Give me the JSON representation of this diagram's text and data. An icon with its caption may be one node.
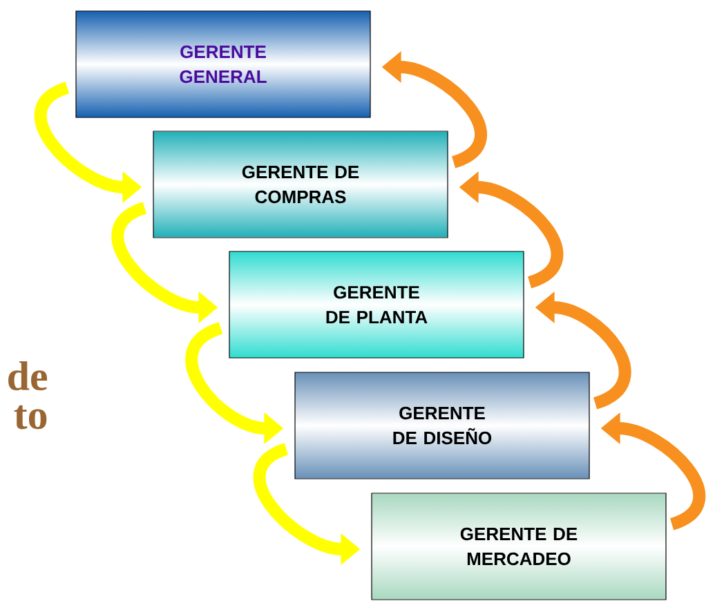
{
  "diagram": {
    "nodes": [
      {
        "text": [
          "GERENTE GENERAL"
        ]
      },
      {
        "text": [
          "GERENTE DE COMPRAS"
        ]
      },
      {
        "text": [
          "GERENTE DE PLANTA"
        ]
      },
      {
        "text": [
          "GERENTE DE DISEÑO"
        ]
      },
      {
        "text": [
          "GERENTE DE MERCADEO"
        ]
      }
    ],
    "edges": [
      {
        "from": 0,
        "to": 1,
        "arrow": "to",
        "color": "#ffff00"
      },
      {
        "from": 1,
        "to": 2,
        "arrow": "to",
        "color": "#ffff00"
      },
      {
        "from": 2,
        "to": 3,
        "arrow": "to",
        "color": "#ffff00"
      },
      {
        "from": 3,
        "to": 4,
        "arrow": "to",
        "color": "#ffff00"
      },
      {
        "from": 1,
        "to": 0,
        "arrow": "to",
        "color": "#f7901e"
      },
      {
        "from": 2,
        "to": 1,
        "arrow": "to",
        "color": "#f7901e"
      },
      {
        "from": 3,
        "to": 2,
        "arrow": "to",
        "color": "#f7901e"
      },
      {
        "from": 4,
        "to": 3,
        "arrow": "to",
        "color": "#f7901e"
      }
    ],
    "labels": [
      "de",
      "to"
    ]
  }
}
